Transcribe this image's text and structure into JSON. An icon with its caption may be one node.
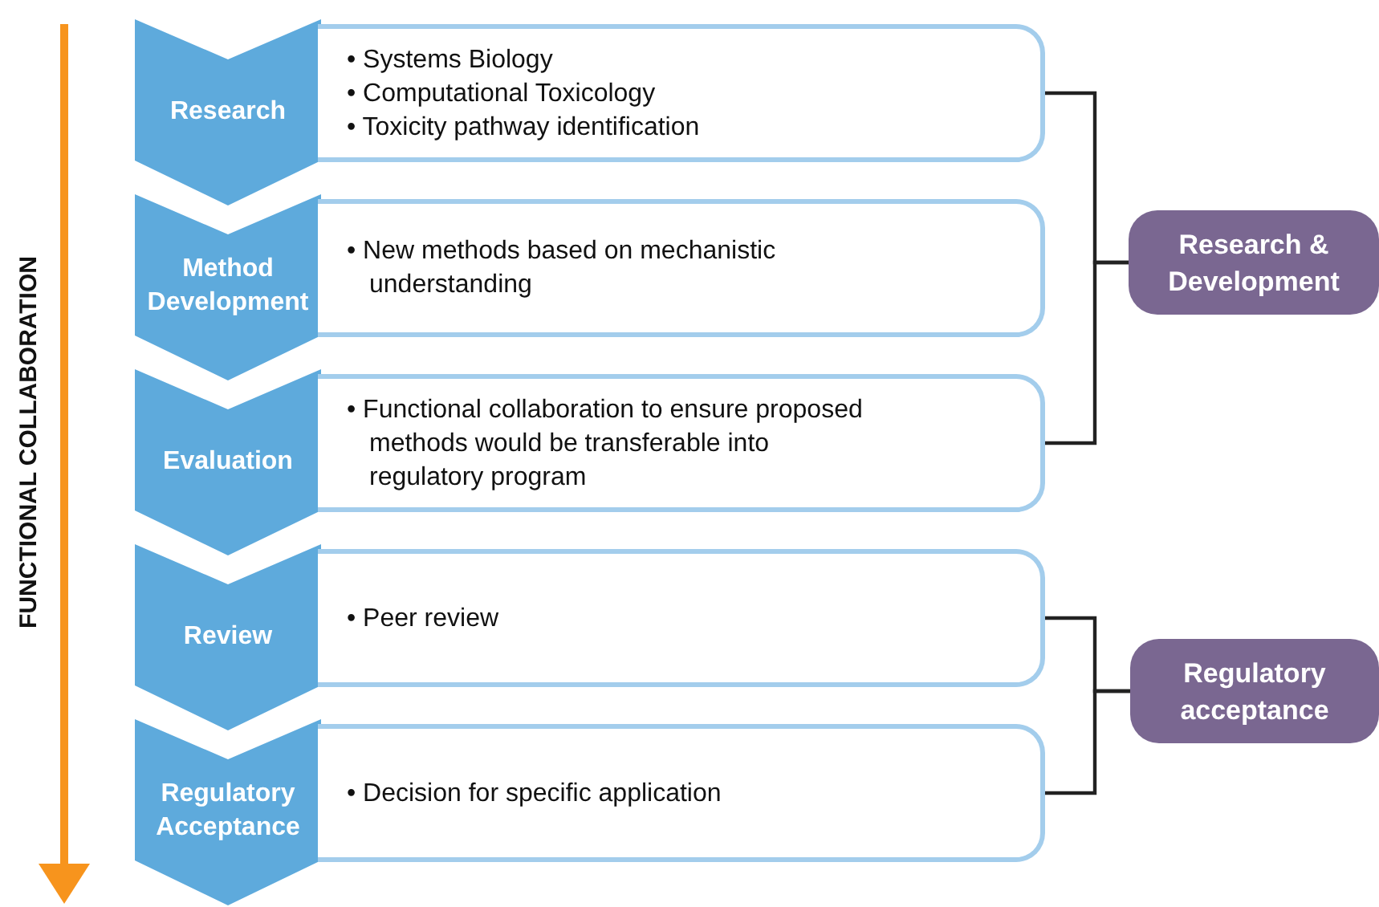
{
  "diagram": {
    "nodes": [
      {
        "text": [
          "Research"
        ]
      },
      {
        "text": [
          "Method Development"
        ]
      },
      {
        "text": [
          "Evaluation"
        ]
      },
      {
        "text": [
          "Review"
        ]
      },
      {
        "text": [
          "Regulatory Acceptance"
        ]
      },
      {
        "text": [
          "• Systems Biology",
          "• Computational Toxicology",
          "• Toxicity pathway identification"
        ]
      },
      {
        "text": [
          "• New methods based on mechanistic understanding"
        ]
      },
      {
        "text": [
          "• Functional collaboration to ensure proposed methods would be transferable into regulatory program"
        ]
      },
      {
        "text": [
          "• Peer review"
        ]
      },
      {
        "text": [
          "• Decision for specific application"
        ]
      },
      {
        "text": [
          "Research & Development"
        ]
      },
      {
        "text": [
          "Regulatory acceptance"
        ]
      }
    ],
    "edges": [
      {
        "from": 5,
        "to": 10,
        "arrow": "none"
      },
      {
        "from": 7,
        "to": 10,
        "arrow": "none"
      },
      {
        "from": 8,
        "to": 11,
        "arrow": "none"
      },
      {
        "from": 9,
        "to": 11,
        "arrow": "none"
      }
    ],
    "labels": [
      "FUNCTIONAL COLLABORATION"
    ]
  }
}
